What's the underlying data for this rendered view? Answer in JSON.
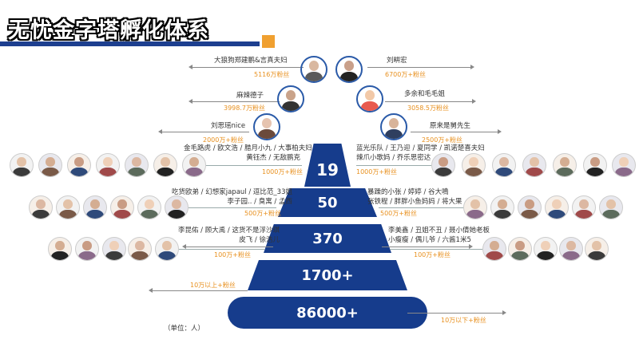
{
  "title": "无忧金字塔孵化体系",
  "colors": {
    "accent": "#1d3f8f",
    "tier": "#163c8c",
    "orange": "#e8901e",
    "square": "#f0a030"
  },
  "unit_note": "（单位：人）",
  "tiers": [
    {
      "value": "19"
    },
    {
      "value": "50"
    },
    {
      "value": "370"
    },
    {
      "value": "1700+"
    },
    {
      "value": "86000+"
    }
  ],
  "top_left": [
    {
      "name": "大狼狗郑建鹏&言真夫妇",
      "fans": "5116万粉丝"
    },
    {
      "name": "麻辣德子",
      "fans": "3998.7万粉丝"
    },
    {
      "name": "刘思瑶nice",
      "fans": "2000万+粉丝"
    }
  ],
  "top_right": [
    {
      "name": "刘畊宏",
      "fans": "6700万+粉丝"
    },
    {
      "name": "多余和毛毛姐",
      "fans": "3058.5万粉丝"
    },
    {
      "name": "原来是舅先生",
      "fans": "2500万+粉丝"
    }
  ],
  "tier1_left": {
    "lines": [
      "金毛路虎 / 欧文浩 / 腊月小九 / 大事柏夫妇",
      "黄钰杰 / 无敌鹏克"
    ],
    "fans": "1000万+粉丝"
  },
  "tier1_right": {
    "lines": [
      "蓝光乐队 / 王乃迎 / 夏同学 / 凯诺楚喜夫妇",
      "辣爪小歌妈 / 乔乐思密达"
    ],
    "fans": "1000万+粉丝"
  },
  "tier2_left": {
    "lines": [
      "吃货欧弟 / 幻想家japaul / 逗比范_33姐",
      "李子园.. / 臭寓 / 孟西"
    ],
    "fans": "500万+粉丝"
  },
  "tier2_right": {
    "lines": [
      "暴躁的小张 / 婷婷 / 谷大鳴",
      "张铁程 / 胖胖小鱼妈妈 / 将大果"
    ],
    "fans": "500万+粉丝"
  },
  "tier3_left": {
    "lines": [
      "李昆佑 / 顾大禹 / 这货不是浮沙琪",
      "皮飞 / 徐浩儿"
    ],
    "fans": "100万+粉丝"
  },
  "tier3_right": {
    "lines": [
      "李美鑫 / 丑姐不丑 / 聂小倩她老板",
      "小瘦瘦 / 偶儿爷 / 六酱1米5"
    ],
    "fans": "100万+粉丝"
  },
  "tier4_left": {
    "fans": "10万以上+粉丝"
  },
  "tier5_right": {
    "fans": "10万以下+粉丝"
  }
}
